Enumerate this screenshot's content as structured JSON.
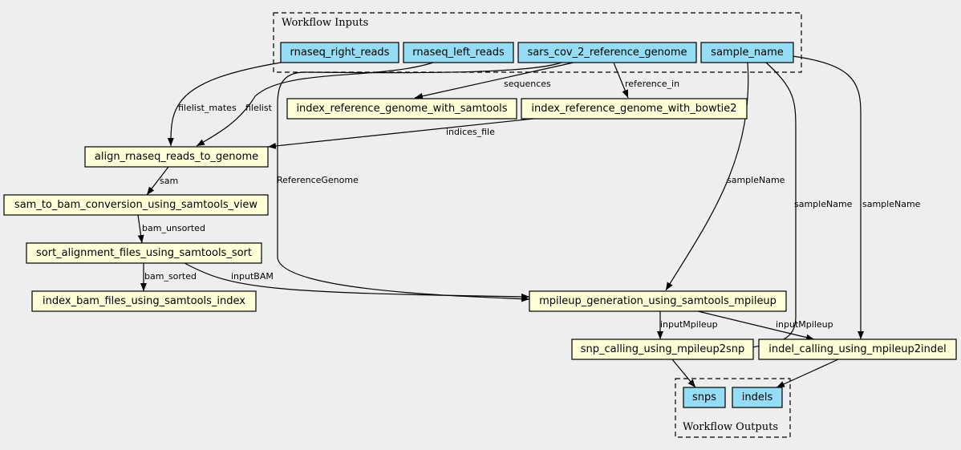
{
  "clusters": {
    "inputs_label": "Workflow Inputs",
    "outputs_label": "Workflow Outputs"
  },
  "nodes": {
    "rnaseq_right_reads": "rnaseq_right_reads",
    "rnaseq_left_reads": "rnaseq_left_reads",
    "sars_cov_2_reference_genome": "sars_cov_2_reference_genome",
    "sample_name": "sample_name",
    "index_reference_genome_with_samtools": "index_reference_genome_with_samtools",
    "index_reference_genome_with_bowtie2": "index_reference_genome_with_bowtie2",
    "align_rnaseq_reads_to_genome": "align_rnaseq_reads_to_genome",
    "sam_to_bam_conversion_using_samtools_view": "sam_to_bam_conversion_using_samtools_view",
    "sort_alignment_files_using_samtools_sort": "sort_alignment_files_using_samtools_sort",
    "index_bam_files_using_samtools_index": "index_bam_files_using_samtools_index",
    "mpileup_generation_using_samtools_mpileup": "mpileup_generation_using_samtools_mpileup",
    "snp_calling_using_mpileup2snp": "snp_calling_using_mpileup2snp",
    "indel_calling_using_mpileup2indel": "indel_calling_using_mpileup2indel",
    "snps": "snps",
    "indels": "indels"
  },
  "edge_labels": {
    "filelist_mates": "filelist_mates",
    "filelist": "filelist",
    "sequences": "sequences",
    "reference_in": "reference_in",
    "indices_file": "indices_file",
    "reference_genome": "ReferenceGenome",
    "sample_name_mpileup": "sampleName",
    "sample_name_snp": "sampleName",
    "sample_name_indel": "sampleName",
    "sam": "sam",
    "bam_unsorted": "bam_unsorted",
    "bam_sorted": "bam_sorted",
    "input_bam": "inputBAM",
    "input_mpileup_snp": "inputMpileup",
    "input_mpileup_indel": "inputMpileup"
  }
}
